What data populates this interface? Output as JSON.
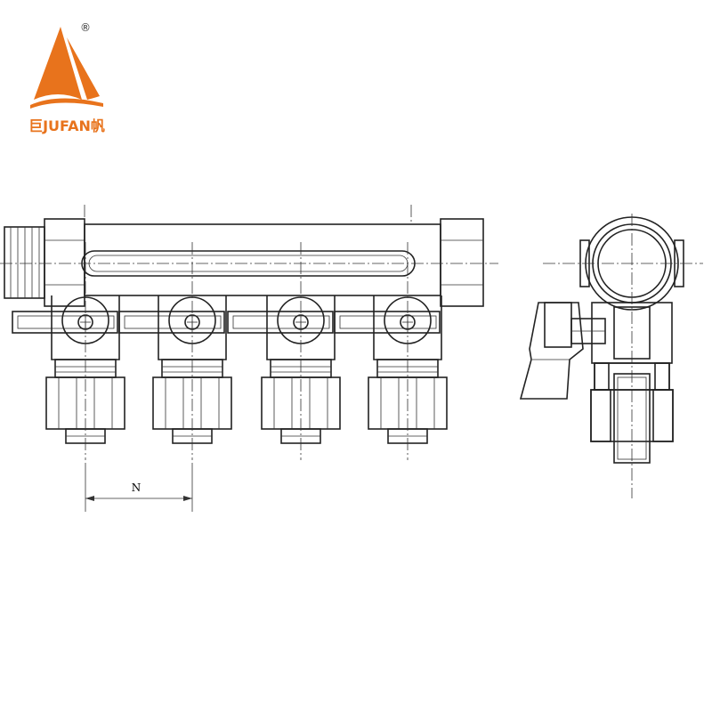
{
  "brand": {
    "name": "巨JUFAN帆",
    "registered_mark": "®",
    "color": "#e8731c"
  },
  "drawing": {
    "dimension_label": "N",
    "outlet_count": 4
  }
}
